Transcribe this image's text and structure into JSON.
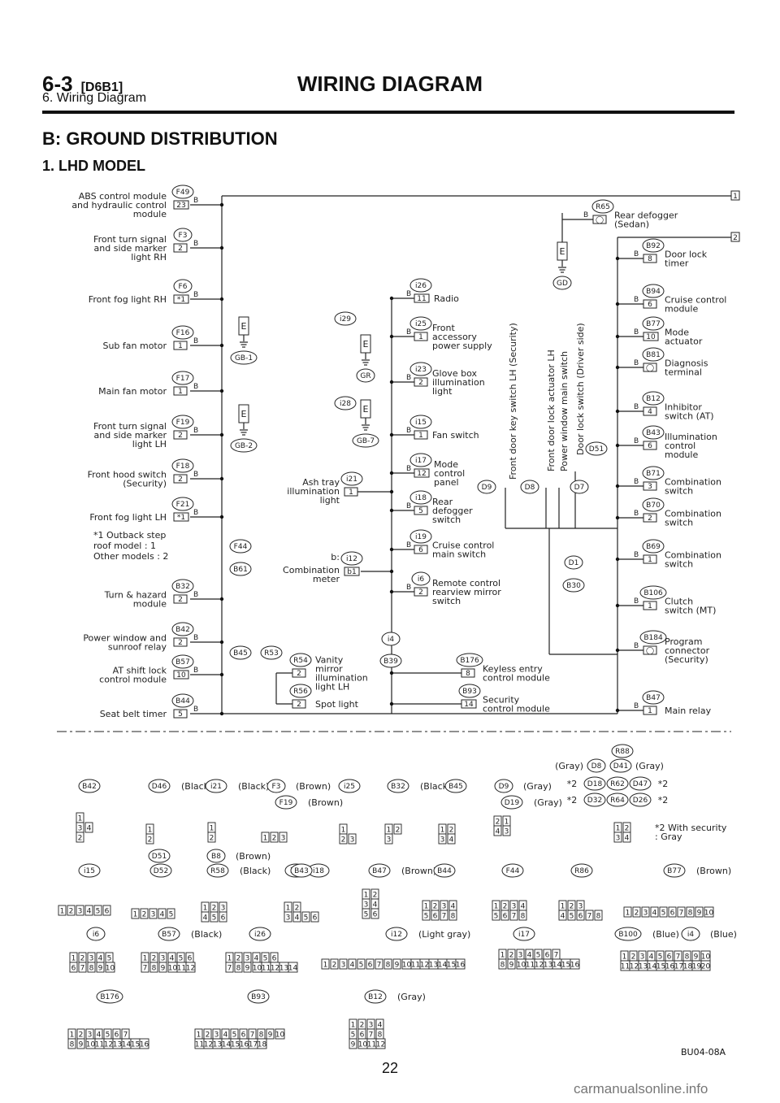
{
  "header": {
    "section_number": "6-3",
    "section_code": "[D6B1]",
    "title": "WIRING DIAGRAM",
    "subtitle": "6. Wiring Diagram"
  },
  "headings": {
    "main": "B: GROUND DISTRIBUTION",
    "sub": "1. LHD MODEL"
  },
  "left_components": [
    {
      "label": [
        "ABS control module",
        "and hydraulic control",
        "module"
      ],
      "ref": "F49",
      "pin": "23"
    },
    {
      "label": [
        "Front turn signal",
        "and side marker",
        "light RH"
      ],
      "ref": "F3",
      "pin": "2"
    },
    {
      "label": [
        "Front fog light RH"
      ],
      "ref": "F6",
      "pin": "*1"
    },
    {
      "label": [
        "Sub fan motor"
      ],
      "ref": "F16",
      "pin": "1"
    },
    {
      "label": [
        "Main fan motor"
      ],
      "ref": "F17",
      "pin": "1"
    },
    {
      "label": [
        "Front turn signal",
        "and side marker",
        "light LH"
      ],
      "ref": "F19",
      "pin": "2"
    },
    {
      "label": [
        "Front hood switch",
        "(Security)"
      ],
      "ref": "F18",
      "pin": "2"
    },
    {
      "label": [
        "Front fog light LH"
      ],
      "ref": "F21",
      "pin": "*1"
    },
    {
      "label": [
        "Turn & hazard",
        "module"
      ],
      "ref": "B32",
      "pin": "2"
    },
    {
      "label": [
        "Power window and",
        "sunroof relay"
      ],
      "ref": "B42",
      "pin": "2"
    },
    {
      "label": [
        "AT shift lock",
        "control module"
      ],
      "ref": "B57",
      "pin": "10"
    },
    {
      "label": [
        "Seat belt timer"
      ],
      "ref": "B44",
      "pin": "5"
    }
  ],
  "footnote": [
    "*1 Outback step",
    "roof model    : 1",
    "Other models : 2"
  ],
  "middle_components": [
    {
      "label": [
        "Radio"
      ],
      "ref": "i26",
      "pin": "11"
    },
    {
      "label": [
        "Front",
        "accessory",
        "power supply"
      ],
      "ref": "i25",
      "pin": "1"
    },
    {
      "label": [
        "Glove box",
        "illumination",
        "light"
      ],
      "ref": "i23",
      "pin": "2"
    },
    {
      "label": [
        "Fan switch"
      ],
      "ref": "i15",
      "pin": "1"
    },
    {
      "label": [
        "Mode",
        "control",
        "panel"
      ],
      "ref": "i17",
      "pin": "12"
    },
    {
      "label": [
        "Rear",
        "defogger",
        "switch"
      ],
      "ref": "i18",
      "pin": "5"
    },
    {
      "label": [
        "Cruise control",
        "main switch"
      ],
      "ref": "i19",
      "pin": "6"
    },
    {
      "label": [
        "Remote control",
        "rearview mirror",
        "switch"
      ],
      "ref": "i6",
      "pin": "2"
    },
    {
      "label": [
        "Ash tray",
        "illumination",
        "light"
      ],
      "ref": "i21",
      "pin": "1"
    },
    {
      "label": [
        "Combination",
        "meter"
      ],
      "ref": "i12",
      "pin": "b1",
      "prefix": "b:"
    },
    {
      "label": [
        "Vanity",
        "mirror",
        "illumination",
        "light LH"
      ],
      "ref": "R54",
      "pin": "2"
    },
    {
      "label": [
        "Spot light"
      ],
      "ref": "R56",
      "pin": "2"
    },
    {
      "label": [
        "Keyless entry",
        "control module"
      ],
      "ref": "B176",
      "pin": "8"
    },
    {
      "label": [
        "Security",
        "control module"
      ],
      "ref": "B93",
      "pin": "14"
    }
  ],
  "ground_points": [
    "GB-1",
    "GB-2",
    "GR",
    "GB-7",
    "GD"
  ],
  "misc_refs": [
    "i29",
    "i28",
    "F44",
    "B61",
    "B45",
    "R53",
    "i4",
    "B39",
    "D9",
    "D8",
    "D7",
    "D51",
    "D1",
    "B30"
  ],
  "vertical_labels": [
    "Front door key switch LH (Security)",
    "Front door lock actuator LH",
    "Power window main switch",
    "Door lock switch (Driver side)"
  ],
  "right_components": [
    {
      "label": [
        "Rear defogger",
        "(Sedan)"
      ],
      "ref": "R65",
      "pin": "◯"
    },
    {
      "label": [
        "Door lock",
        "timer"
      ],
      "ref": "B92",
      "pin": "8"
    },
    {
      "label": [
        "Cruise control",
        "module"
      ],
      "ref": "B94",
      "pin": "6"
    },
    {
      "label": [
        "Mode",
        "actuator"
      ],
      "ref": "B77",
      "pin": "10"
    },
    {
      "label": [
        "Diagnosis",
        "terminal"
      ],
      "ref": "B81",
      "pin": "◯"
    },
    {
      "label": [
        "Inhibitor",
        "switch (AT)"
      ],
      "ref": "B12",
      "pin": "4"
    },
    {
      "label": [
        "Illumination",
        "control",
        "module"
      ],
      "ref": "B43",
      "pin": "6"
    },
    {
      "label": [
        "Combination",
        "switch"
      ],
      "ref": "B71",
      "pin": "3"
    },
    {
      "label": [
        "Combination",
        "switch"
      ],
      "ref": "B70",
      "pin": "2"
    },
    {
      "label": [
        "Combination",
        "switch"
      ],
      "ref": "B69",
      "pin": "1"
    },
    {
      "label": [
        "Clutch",
        "switch (MT)"
      ],
      "ref": "B106",
      "pin": "1"
    },
    {
      "label": [
        "Program",
        "connector",
        "(Security)"
      ],
      "ref": "B184",
      "pin": "◯"
    },
    {
      "label": [
        "Main relay"
      ],
      "ref": "B47",
      "pin": "1"
    }
  ],
  "terminals": [
    "1",
    "2"
  ],
  "wire_color": "B",
  "connector_rows": [
    [
      {
        "ref": "B42",
        "note": ""
      },
      {
        "ref": "D46",
        "note": "(Black)"
      },
      {
        "ref": "i21",
        "note": "(Black)"
      },
      {
        "ref": "F3",
        "note": "(Brown)"
      },
      {
        "ref": "F19",
        "note": "(Brown)"
      },
      {
        "ref": "i25",
        "note": ""
      },
      {
        "ref": "B32",
        "note": "(Black)"
      },
      {
        "ref": "B45",
        "note": ""
      },
      {
        "ref": "D9",
        "note": "(Gray)"
      },
      {
        "ref": "D19",
        "note": "(Gray)"
      }
    ],
    [
      {
        "ref": "i15",
        "note": ""
      },
      {
        "ref": "D51",
        "note": ""
      },
      {
        "ref": "D52",
        "note": ""
      },
      {
        "ref": "B8",
        "note": "(Brown)"
      },
      {
        "ref": "R58",
        "note": "(Black)"
      },
      {
        "ref": "i19",
        "note": ""
      },
      {
        "ref": "i18",
        "note": ""
      },
      {
        "ref": "B43",
        "note": ""
      },
      {
        "ref": "B47",
        "note": "(Brown)"
      },
      {
        "ref": "B44",
        "note": ""
      },
      {
        "ref": "F44",
        "note": ""
      },
      {
        "ref": "R86",
        "note": ""
      },
      {
        "ref": "B77",
        "note": "(Brown)"
      }
    ],
    [
      {
        "ref": "i6",
        "note": ""
      },
      {
        "ref": "B57",
        "note": "(Black)"
      },
      {
        "ref": "i26",
        "note": ""
      },
      {
        "ref": "i12",
        "note": "(Light gray)"
      },
      {
        "ref": "i17",
        "note": ""
      },
      {
        "ref": "B100",
        "note": "(Blue)"
      },
      {
        "ref": "i4",
        "note": "(Blue)"
      }
    ],
    [
      {
        "ref": "B176",
        "note": ""
      },
      {
        "ref": "B93",
        "note": ""
      },
      {
        "ref": "B12",
        "note": "(Gray)"
      }
    ]
  ],
  "gray_group": {
    "gray_prefix": "(Gray)",
    "top_left": "D8",
    "top_right": "D41",
    "top_suffix": "(Gray)",
    "top_extra": "R88",
    "row1": [
      "*2",
      "D18",
      "R62",
      "D47",
      "*2"
    ],
    "row2": [
      "*2",
      "D32",
      "R64",
      "D26",
      "*2"
    ],
    "note": [
      "*2 With security",
      ": Gray"
    ]
  },
  "connector_pins": {
    "B42": [
      "1",
      "3 4",
      "2"
    ],
    "D46": [
      "1",
      "2"
    ],
    "i21": [
      "1",
      "2"
    ],
    "F3": [
      "1 2 3"
    ],
    "i25": [
      "1",
      "2 3"
    ],
    "B32": [
      "1 2",
      "3"
    ],
    "B45": [
      "1 2",
      "3 4"
    ],
    "D9": [
      "2 1",
      "4 3"
    ],
    "gray": [
      "1 2",
      "3 4"
    ],
    "i15": [
      "1 2 3 4 5 6"
    ],
    "D51": [
      "1 2 3 4 5"
    ],
    "B8": [
      "1 2 3",
      "4 5 6"
    ],
    "R58": [
      "1 2",
      "3 4 5 6"
    ],
    "B47": [
      "1 2",
      "3 4",
      "5 6"
    ],
    "B44": [
      "1 2 3 4",
      "5 6 7 8"
    ],
    "F44": [
      "1 2 3 4",
      "5 6 7 8"
    ],
    "R86": [
      "1 2 3",
      "4 5 6 7 8"
    ],
    "B77": [
      "1 2 3 4 5 6 7 8 9 10"
    ],
    "i6": [
      "1 2 3 4 5",
      "6 7 8 9 10"
    ],
    "B57": [
      "1 2 3 4 5 6",
      "7 8 9 10 11 12"
    ],
    "i26": [
      "1 2 3 4 5 6",
      "7 8 9 10 11 12 13 14"
    ],
    "i12": [
      "1 2 3 4 5 6 7 8 9 10 11 12 13 14 15 16"
    ],
    "i17": [
      "1 2 3 4 5 6 7",
      "8 9 10 11 12 13 14 15 16"
    ],
    "B100": [
      "1 2 3 4 5 6 7 8 9 10",
      "11 12 13 14 15 16 17 18 19 20"
    ],
    "B176": [
      "1 2 3 4 5 6 7",
      "8 9 10 11 12 13 14 15 16"
    ],
    "B93": [
      "1 2 3 4 5 6 7 8 9 10",
      "11 12 13 14 15 16 17 18"
    ],
    "B12": [
      "1 2 3 4",
      "5 6 7 8",
      "9 10 11 12"
    ]
  },
  "figure_id": "BU04-08A",
  "page_number": "22",
  "watermark": "carmanualsonline.info"
}
